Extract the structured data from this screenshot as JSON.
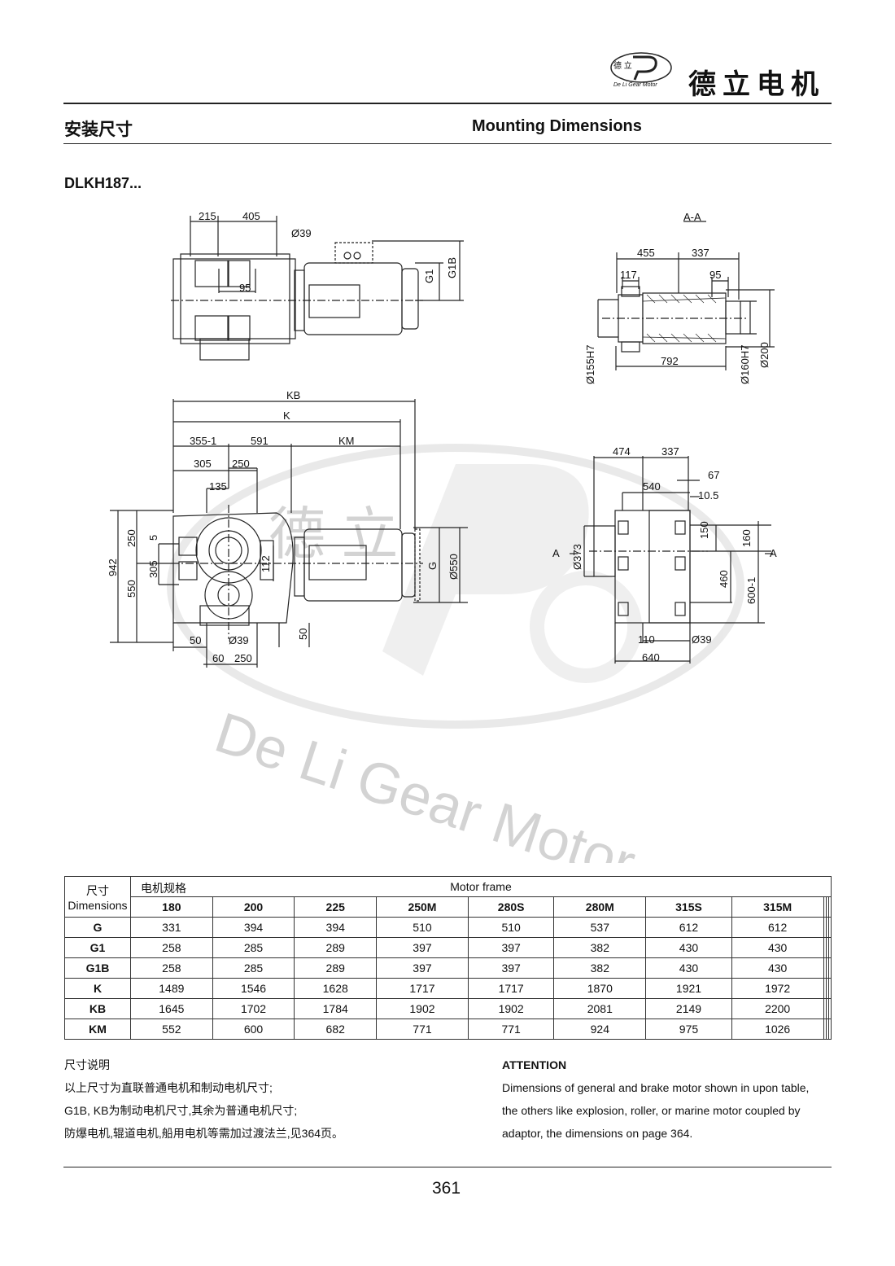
{
  "header": {
    "brand_cn": "德立电机",
    "logo_text": "De Li Gear Motor",
    "logo_chars": "德 立",
    "title_cn": "安装尺寸",
    "title_en": "Mounting Dimensions"
  },
  "model": "DLKH187...",
  "drawing": {
    "top_view": {
      "d215": "215",
      "d405": "405",
      "d39": "Ø39",
      "d95": "95",
      "g1": "G1",
      "g1b": "G1B"
    },
    "section": {
      "title": "A-A",
      "d455": "455",
      "d337": "337",
      "d117": "117",
      "d95": "95",
      "d792": "792",
      "d155": "Ø155H7",
      "d160": "Ø160H7",
      "d200": "Ø200"
    },
    "front_view": {
      "kb": "KB",
      "k": "K",
      "d355": "355-1",
      "d591": "591",
      "km": "KM",
      "d305": "305",
      "d250": "250",
      "d135": "135",
      "d942": "942",
      "d250v": "250",
      "d5": "5",
      "d305v": "305",
      "d550": "550",
      "d112": "112",
      "g": "G",
      "d550dia": "Ø550",
      "d50": "50",
      "d39": "Ø39",
      "d50v": "50",
      "d60": "60",
      "d250b": "250"
    },
    "side_view": {
      "d474": "474",
      "d337": "337",
      "d67": "67",
      "d540": "540",
      "d105": "10.5",
      "d150": "150",
      "d160": "160",
      "a_left": "A",
      "a_right": "A",
      "d373": "Ø373",
      "d460": "460",
      "d600": "600-1",
      "d110": "110",
      "d39": "Ø39",
      "d640": "640"
    },
    "watermark": "De Li Gear Motor",
    "watermark_cn": "德 立"
  },
  "table": {
    "corner_cn": "尺寸",
    "corner_en": "Dimensions",
    "frame_cn": "电机规格",
    "frame_en": "Motor frame",
    "sizes": [
      "180",
      "200",
      "225",
      "250M",
      "280S",
      "280M",
      "315S",
      "315M",
      "",
      "",
      ""
    ],
    "rows": [
      {
        "label": "G",
        "values": [
          "331",
          "394",
          "394",
          "510",
          "510",
          "537",
          "612",
          "612",
          "",
          "",
          ""
        ]
      },
      {
        "label": "G1",
        "values": [
          "258",
          "285",
          "289",
          "397",
          "397",
          "382",
          "430",
          "430",
          "",
          "",
          ""
        ]
      },
      {
        "label": "G1B",
        "values": [
          "258",
          "285",
          "289",
          "397",
          "397",
          "382",
          "430",
          "430",
          "",
          "",
          ""
        ]
      },
      {
        "label": "K",
        "values": [
          "1489",
          "1546",
          "1628",
          "1717",
          "1717",
          "1870",
          "1921",
          "1972",
          "",
          "",
          ""
        ]
      },
      {
        "label": "KB",
        "values": [
          "1645",
          "1702",
          "1784",
          "1902",
          "1902",
          "2081",
          "2149",
          "2200",
          "",
          "",
          ""
        ]
      },
      {
        "label": "KM",
        "values": [
          "552",
          "600",
          "682",
          "771",
          "771",
          "924",
          "975",
          "1026",
          "",
          "",
          ""
        ]
      }
    ]
  },
  "notes_cn": {
    "title": "尺寸说明",
    "line1": "以上尺寸为直联普通电机和制动电机尺寸;",
    "line2": "G1B, KB为制动电机尺寸,其余为普通电机尺寸;",
    "line3": "防爆电机,辊道电机,船用电机等需加过渡法兰,见364页。"
  },
  "notes_en": {
    "title": "ATTENTION",
    "line1": "Dimensions of general and brake motor shown in upon table,",
    "line2": "the others like explosion, roller, or marine motor coupled by",
    "line3": "adaptor, the dimensions on page 364."
  },
  "page_number": "361"
}
